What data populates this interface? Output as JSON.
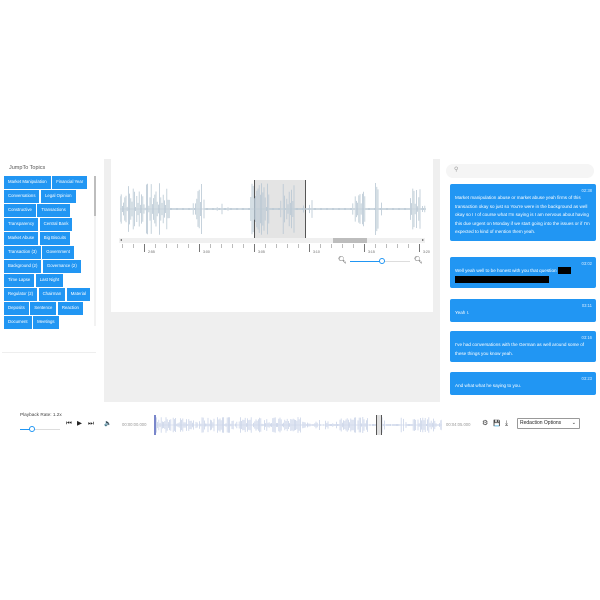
{
  "topics": {
    "title": "JumpTo Topics",
    "items": [
      "Market Manipulation",
      "Financial Year",
      "Conversations",
      "Legal Opinion",
      "Constructive",
      "Transactions",
      "Transparency",
      "Central Bank",
      "Market Abuse",
      "Big Biscuits",
      "Transaction (3)",
      "Government",
      "Background (2)",
      "Governance (2)",
      "Time Lapse",
      "Last Night",
      "Regulator (2)",
      "Chairman",
      "Material",
      "Deposits",
      "Sentence",
      "Reaction",
      "Document",
      "Meetings"
    ]
  },
  "waveform": {
    "tick_labels": [
      "2:55",
      "3:00",
      "3:05",
      "3:10",
      "3:15",
      "3:20"
    ],
    "scroll_left": "◂",
    "scroll_right": "▸",
    "zoom_out_icon": "zoom-out",
    "zoom_in_icon": "zoom-in"
  },
  "transcript": {
    "search_placeholder": "",
    "messages": [
      {
        "time": "02:38",
        "text": "Market manipulation abuse or market abuse yeah firms of this transaction okay so just so You're were in the background as well okay so I I of course what I'm saying is I am nervous about having this due urgent on Monday if we start going into the issues or if I'm expected to kind of mention them yeah."
      },
      {
        "time": "03:02",
        "text": "Well yeah well to be honest with you that question",
        "redacted": true
      },
      {
        "time": "03:11",
        "text": "Yeah I."
      },
      {
        "time": "03:16",
        "text": "I've had conversations with the German as well around some of these things you know yeah."
      },
      {
        "time": "03:23",
        "text": "And what what he saying to you."
      }
    ]
  },
  "player": {
    "playback_rate_label": "Playback Rate: 1.2x",
    "prev_icon": "⏮",
    "play_icon": "▶",
    "next_icon": "⏭",
    "volume_icon": "🔈",
    "time_start": "00:00:00.000",
    "time_end": "00:04:05.000",
    "settings_icon": "⚙",
    "save_icon": "💾",
    "download_icon": "⤓",
    "redaction_select": "Redaction Options",
    "redaction_chevron": "⌄"
  }
}
